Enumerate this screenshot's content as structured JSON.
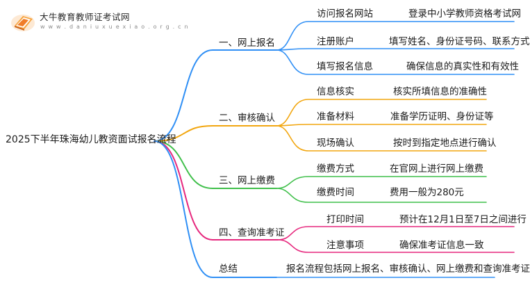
{
  "brand": {
    "name": "大牛教育教师证考试网",
    "url": "w w w . d a n i u x u e x i a o . o r g . c n"
  },
  "root": "2025下半年珠海幼儿教资面试报名流程",
  "colors": {
    "branch1": "#2f8ff5",
    "branch2": "#f2a60f",
    "branch3": "#3fbf4a",
    "branch4": "#e6277d",
    "branch5": "#2f8ff5"
  },
  "branches": [
    {
      "label": "一、网上报名",
      "children": [
        {
          "label": "访问报名网站",
          "detail": "登录中小学教师资格考试网"
        },
        {
          "label": "注册账户",
          "detail": "填写姓名、身份证号码、联系方式"
        },
        {
          "label": "填写报名信息",
          "detail": "确保信息的真实性和有效性"
        }
      ]
    },
    {
      "label": "二、审核确认",
      "children": [
        {
          "label": "信息核实",
          "detail": "核实所填信息的准确性"
        },
        {
          "label": "准备材料",
          "detail": "准备学历证明、身份证等"
        },
        {
          "label": "现场确认",
          "detail": "按时到指定地点进行确认"
        }
      ]
    },
    {
      "label": "三、网上缴费",
      "children": [
        {
          "label": "缴费方式",
          "detail": "在官网上进行网上缴费"
        },
        {
          "label": "缴费时间",
          "detail": "费用一般为280元"
        }
      ]
    },
    {
      "label": "四、查询准考证",
      "children": [
        {
          "label": "打印时间",
          "detail": "预计在12月1日至7日之间进行"
        },
        {
          "label": "注意事项",
          "detail": "确保准考证信息一致"
        }
      ]
    },
    {
      "label": "总结",
      "children": [
        {
          "label": "",
          "detail": "报名流程包括网上报名、审核确认、网上缴费和查询准考证"
        }
      ]
    }
  ]
}
